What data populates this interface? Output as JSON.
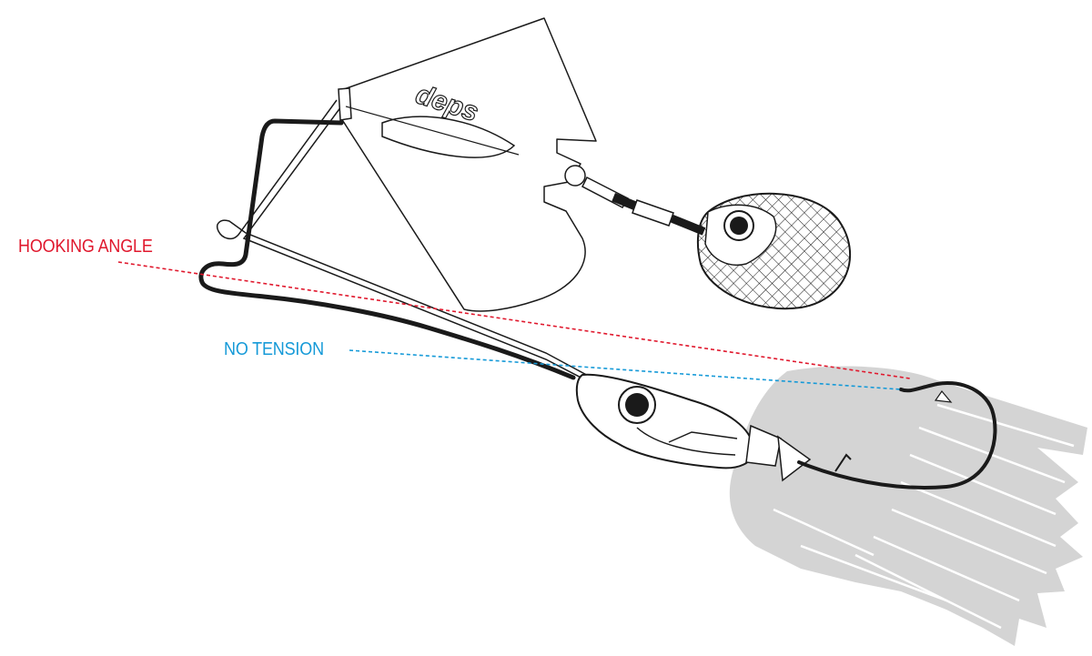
{
  "labels": {
    "hooking_angle": "HOOKING ANGLE",
    "no_tension": "NO TENSION"
  },
  "brand": {
    "logo_text": "deps"
  },
  "colors": {
    "hooking_angle": "#e0182d",
    "no_tension": "#169ad8",
    "outline": "#1a1a1a",
    "skirt": "#d4d4d4",
    "background": "#ffffff"
  }
}
